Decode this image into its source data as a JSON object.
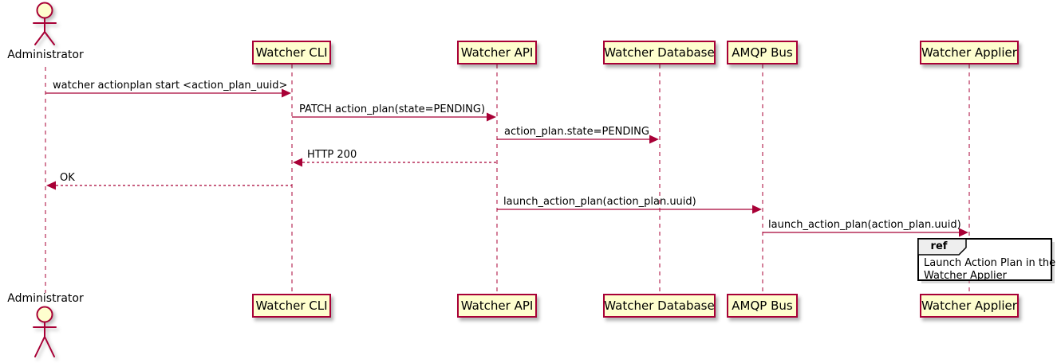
{
  "diagram": {
    "type": "sequence-diagram",
    "actor": {
      "label": "Administrator"
    },
    "participants": [
      {
        "label": "Watcher CLI"
      },
      {
        "label": "Watcher API"
      },
      {
        "label": "Watcher Database"
      },
      {
        "label": "AMQP Bus"
      },
      {
        "label": "Watcher Applier"
      }
    ],
    "messages": [
      {
        "from": "Administrator",
        "to": "Watcher CLI",
        "label": "watcher actionplan start <action_plan_uuid>",
        "line": "solid",
        "direction": "right"
      },
      {
        "from": "Watcher CLI",
        "to": "Watcher API",
        "label": "PATCH action_plan(state=PENDING)",
        "line": "solid",
        "direction": "right"
      },
      {
        "from": "Watcher API",
        "to": "Watcher Database",
        "label": "action_plan.state=PENDING",
        "line": "solid",
        "direction": "right"
      },
      {
        "from": "Watcher API",
        "to": "Watcher CLI",
        "label": "HTTP 200",
        "line": "dashed",
        "direction": "left"
      },
      {
        "from": "Watcher CLI",
        "to": "Administrator",
        "label": "OK",
        "line": "dashed",
        "direction": "left"
      },
      {
        "from": "Watcher API",
        "to": "AMQP Bus",
        "label": "launch_action_plan(action_plan.uuid)",
        "line": "solid",
        "direction": "right"
      },
      {
        "from": "AMQP Bus",
        "to": "Watcher Applier",
        "label": "launch_action_plan(action_plan.uuid)",
        "line": "solid",
        "direction": "right"
      }
    ],
    "ref_fragment": {
      "keyword": "ref",
      "over": "Watcher Applier",
      "text_line1": "Launch Action Plan in the",
      "text_line2": "Watcher Applier"
    },
    "colors": {
      "stroke": "#A80036",
      "participant_fill": "#FEFECE",
      "text": "#000000",
      "ref_border": "#000000",
      "ref_tab_fill": "#EEEEEE",
      "background": "#FFFFFF"
    }
  }
}
